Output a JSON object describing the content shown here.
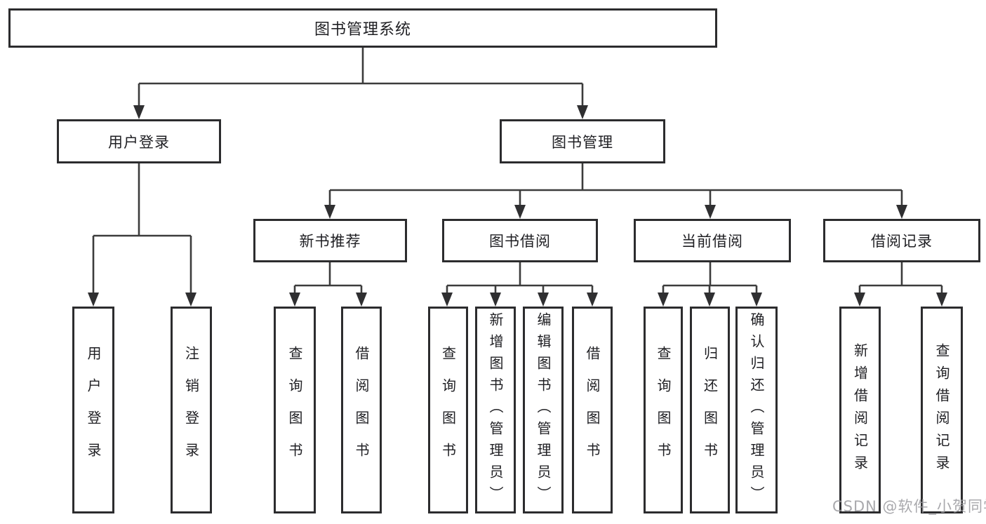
{
  "tree": {
    "label": "图书管理系统",
    "children": [
      {
        "label": "用户登录",
        "children": [
          {
            "label": "用户登录"
          },
          {
            "label": "注销登录"
          }
        ]
      },
      {
        "label": "图书管理",
        "children": [
          {
            "label": "新书推荐",
            "children": [
              {
                "label": "查询图书"
              },
              {
                "label": "借阅图书"
              }
            ]
          },
          {
            "label": "图书借阅",
            "children": [
              {
                "label": "查询图书"
              },
              {
                "label": "新增图书（管理员）"
              },
              {
                "label": "编辑图书（管理员）"
              },
              {
                "label": "借阅图书"
              }
            ]
          },
          {
            "label": "当前借阅",
            "children": [
              {
                "label": "查询图书"
              },
              {
                "label": "归还图书"
              },
              {
                "label": "确认归还（管理员）"
              }
            ]
          },
          {
            "label": "借阅记录",
            "children": [
              {
                "label": "新增借阅记录"
              },
              {
                "label": "查询借阅记录"
              }
            ]
          }
        ]
      }
    ]
  },
  "watermark": {
    "text": "CSDN @软件_小贺同学"
  },
  "colors": {
    "line": "#3c3c3c",
    "box_border": "#2c2c2e",
    "text": "#1f1f23",
    "watermark": "#9b9b9f",
    "background": "#ffffff"
  }
}
